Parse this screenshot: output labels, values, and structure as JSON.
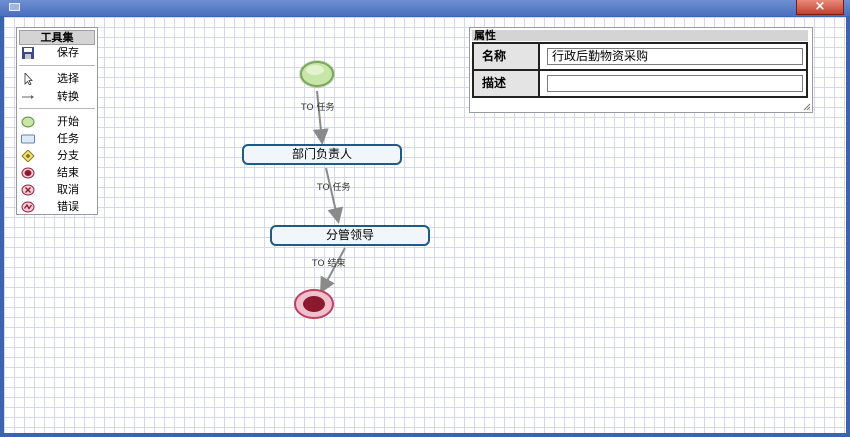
{
  "window": {
    "close_label": "×"
  },
  "toolbox": {
    "title": "工具集",
    "save_label": "保存",
    "select_label": "选择",
    "transition_label": "转换",
    "start_label": "开始",
    "task_label": "任务",
    "branch_label": "分支",
    "end_label": "结束",
    "cancel_label": "取消",
    "error_label": "错误"
  },
  "properties": {
    "title": "属性",
    "name_label": "名称",
    "name_value": "行政后勤物资采购",
    "desc_label": "描述",
    "desc_value": ""
  },
  "diagram": {
    "tasks": [
      {
        "id": "dept-head",
        "label": "部门负责人"
      },
      {
        "id": "supervisor",
        "label": "分管领导"
      }
    ],
    "transitions": [
      {
        "label": "TO 任务"
      },
      {
        "label": "TO 任务"
      },
      {
        "label": "TO 结束"
      }
    ]
  },
  "colors": {
    "start_fill": "#c8e6a8",
    "start_stroke": "#7aa85a",
    "end_fill": "#8b1a2e",
    "end_stroke": "#c04060",
    "task_border": "#1d5c86",
    "edge": "#8a8a8a"
  }
}
